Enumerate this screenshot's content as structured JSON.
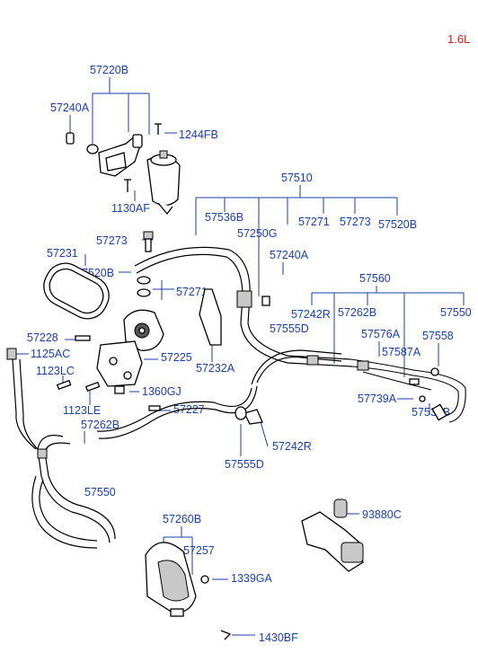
{
  "engine_label": "1.6L",
  "parts": {
    "p57220B": "57220B",
    "p57240A_top": "57240A",
    "p1244FB": "1244FB",
    "p1130AF": "1130AF",
    "p57510": "57510",
    "p57536B_top": "57536B",
    "p57250G": "57250G",
    "p57271_top": "57271",
    "p57273_top": "57273",
    "p57520B_top": "57520B",
    "p57273_mid": "57273",
    "p57231": "57231",
    "p57520B_mid": "57520B",
    "p57240A_mid": "57240A",
    "p57271_mid": "57271",
    "p57560": "57560",
    "p57242R_top": "57242R",
    "p57262B_top": "57262B",
    "p57550_right": "57550",
    "p57555D_top": "57555D",
    "p57576A": "57576A",
    "p57558": "57558",
    "p57587A": "57587A",
    "p57228": "57228",
    "p1125AC": "1125AC",
    "p57225": "57225",
    "p1123LC": "1123LC",
    "p57232A": "57232A",
    "p1360GJ": "1360GJ",
    "p57739A": "57739A",
    "p1123LE": "1123LE",
    "p57227": "57227",
    "p57536B_right": "57536B",
    "p57262B_mid": "57262B",
    "p57242R_mid": "57242R",
    "p57555D_mid": "57555D",
    "p57550_left": "57550",
    "p57260B": "57260B",
    "p93880C": "93880C",
    "p57257": "57257",
    "p1339GA": "1339GA",
    "p1430BF": "1430BF"
  }
}
